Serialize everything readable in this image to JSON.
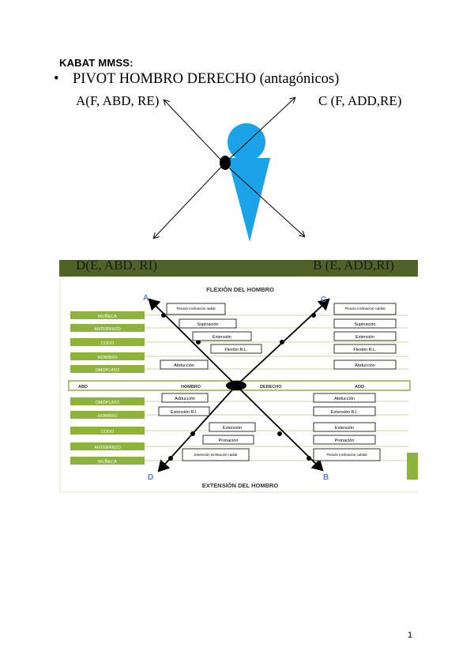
{
  "heading": "KABAT MMSS:",
  "slide": {
    "bullet": "•",
    "title": "PIVOT HOMBRO DERECHO (antagónicos)",
    "corner_a": "A(F, ABD, RE)",
    "corner_c": "C (F, ADD,RE)",
    "corner_d": "D(E, ABD, RI)",
    "corner_b": "B (E, ADD,RI)"
  },
  "diagram": {
    "title_top": "FLEXIÓN DEL HOMBRO",
    "title_bottom": "EXTENSIÓN DEL HOMBRO",
    "letters": {
      "a": "A",
      "b": "B",
      "c": "C",
      "d": "D"
    },
    "center_row": {
      "left": "ABD",
      "mid_left": "HOMBRO",
      "mid_right": "DERECHO",
      "right": "ADD"
    },
    "left_bars_top": [
      "MUÑECA",
      "ANTEBRAZO",
      "CODO",
      "HOMBRO",
      "OMÓPLATO"
    ],
    "left_bars_bottom": [
      "OMÓPLATO",
      "HOMBRO",
      "CODO",
      "ANTEBRAZO",
      "MUÑECA"
    ],
    "boxes_top_left": [
      "Flexión inclinación radial",
      "Supinación",
      "Extensión",
      "Flexión R.L.",
      "Abducción"
    ],
    "boxes_top_right": [
      "Flexión inclinación cubital",
      "Supinación",
      "Extensión",
      "Flexión R.L.",
      "Abducción"
    ],
    "boxes_bottom_left": [
      "Adducción",
      "Extensión R.I.",
      "Extensión",
      "Pronación",
      "Extensión inclinación radial"
    ],
    "boxes_bottom_right": [
      "Abducción",
      "Extensión R.I.",
      "Extensión",
      "Pronación",
      "Flexión inclinación cubital"
    ]
  },
  "colors": {
    "figure": "#1ba3e8",
    "bar_dark": "#4f6228",
    "bar_light": "#8db33a",
    "accent_letter": "#5b7fc4"
  },
  "page_number": "1"
}
